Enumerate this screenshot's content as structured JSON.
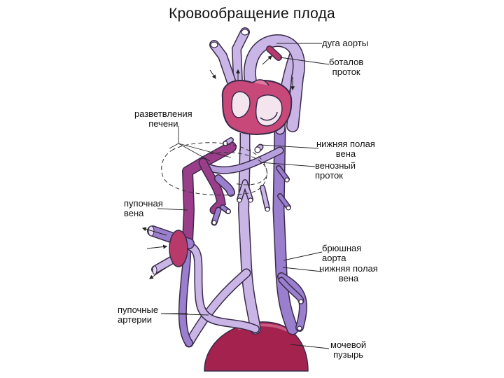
{
  "title": "Кровообращение плода",
  "labels": {
    "aortic_arch": [
      "дуга аорты"
    ],
    "ductus_arteriosus": [
      "боталов",
      "проток"
    ],
    "liver_branches": [
      "разветвления",
      "печени"
    ],
    "ivc_upper": [
      "нижняя полая",
      "вена"
    ],
    "ductus_venosus": [
      "венозный",
      "проток"
    ],
    "umbilical_vein": [
      "пупочная",
      "вена"
    ],
    "abdominal_aorta": [
      "брюшная",
      "аорта"
    ],
    "ivc_lower": [
      "нижняя полая",
      "вена"
    ],
    "umbilical_arteries": [
      "пупочные",
      "артерии"
    ],
    "bladder": [
      "мочевой",
      "пузырь"
    ]
  },
  "colors": {
    "venous": "#9b7fcf",
    "venous_light": "#c9b6e6",
    "arterial": "#b83a6a",
    "heart": "#c8487a",
    "bladder": "#a3234e",
    "outline": "#3a2a4a"
  }
}
